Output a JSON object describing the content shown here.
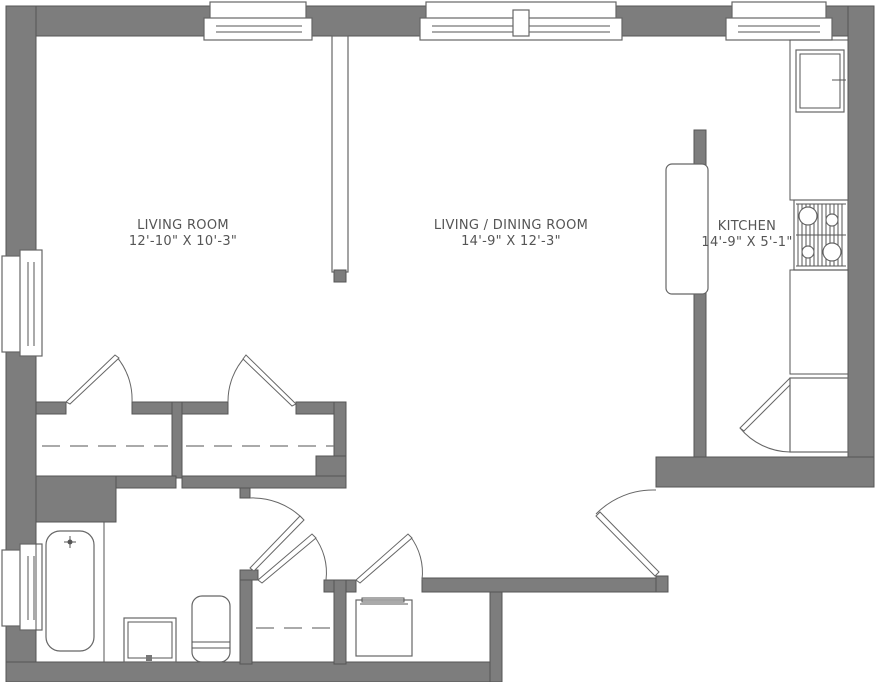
{
  "rooms": {
    "living_room": {
      "name": "LIVING ROOM",
      "dims": "12'-10\" X 10'-3\""
    },
    "living_dining": {
      "name": "LIVING / DINING ROOM",
      "dims": "14'-9\" X 12'-3\""
    },
    "kitchen": {
      "name": "KITCHEN",
      "dims": "14'-9\" X 5'-1\""
    }
  }
}
